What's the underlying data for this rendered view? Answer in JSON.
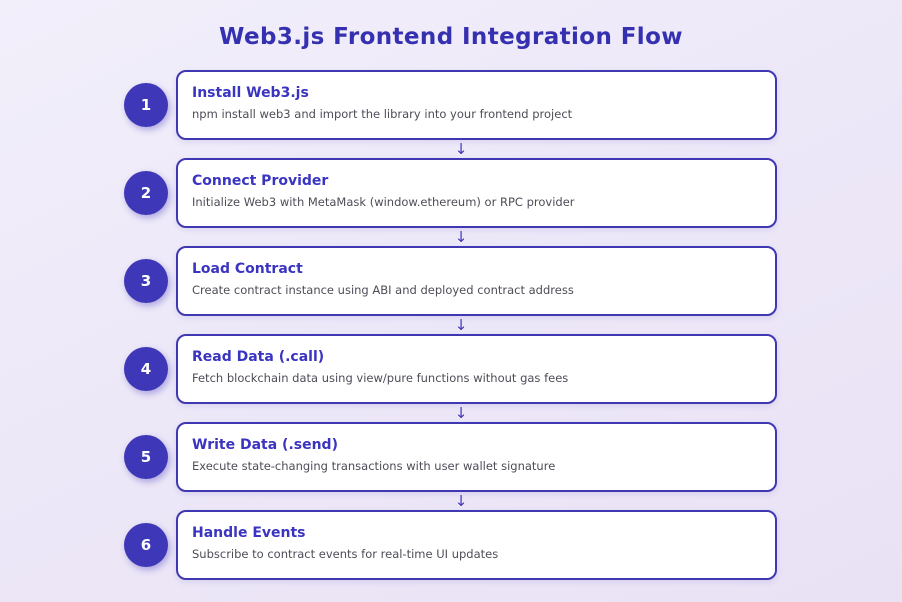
{
  "title": "Web3.js Frontend Integration Flow",
  "arrow_glyph": "↓",
  "colors": {
    "page_title": "#3530b0",
    "badge_background": "#3e38b8",
    "badge_text": "#ffffff",
    "card_border": "#4038b2",
    "card_background": "#ffffff",
    "card_title": "#3a34c0",
    "card_description": "#4d4d58",
    "arrow": "#4239bb",
    "background_start": "#f2effb",
    "background_end": "#e9e2f5"
  },
  "steps": [
    {
      "number": "1",
      "title": "Install Web3.js",
      "description": "npm install web3 and import the library into your frontend project"
    },
    {
      "number": "2",
      "title": "Connect Provider",
      "description": "Initialize Web3 with MetaMask (window.ethereum) or RPC provider"
    },
    {
      "number": "3",
      "title": "Load Contract",
      "description": "Create contract instance using ABI and deployed contract address"
    },
    {
      "number": "4",
      "title": "Read Data (.call)",
      "description": "Fetch blockchain data using view/pure functions without gas fees"
    },
    {
      "number": "5",
      "title": "Write Data (.send)",
      "description": "Execute state-changing transactions with user wallet signature"
    },
    {
      "number": "6",
      "title": "Handle Events",
      "description": "Subscribe to contract events for real-time UI updates"
    }
  ]
}
